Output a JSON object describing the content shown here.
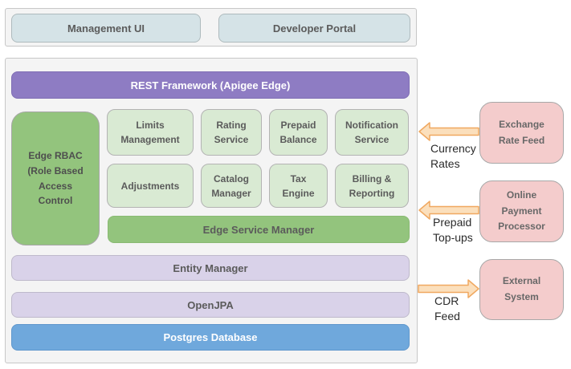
{
  "top_panel": {
    "management_ui": "Management UI",
    "developer_portal": "Developer Portal"
  },
  "main_panel": {
    "rest_framework": "REST Framework (Apigee Edge)",
    "edge_rbac": "Edge RBAC\n(Role Based\nAccess\nControl",
    "services": [
      "Limits\nManagement",
      "Rating\nService",
      "Prepaid\nBalance",
      "Notification\nService",
      "Adjustments",
      "Catalog\nManager",
      "Tax\nEngine",
      "Billing &\nReporting"
    ],
    "edge_service_manager": "Edge Service Manager",
    "entity_manager": "Entity Manager",
    "openjpa": "OpenJPA",
    "postgres_database": "Postgres Database"
  },
  "external_systems": {
    "exchange_rate_feed": "Exchange\nRate Feed",
    "online_payment_processor": "Online\nPayment\nProcessor",
    "external_system": "External\nSystem"
  },
  "flows": {
    "currency_rates": "Currency\nRates",
    "prepaid_topups": "Prepaid\nTop-ups",
    "cdr_feed": "CDR\nFeed"
  },
  "colors": {
    "purple_bar": "#8e7cc3",
    "green_dark": "#93c47d",
    "green_light": "#d9ead3",
    "lavender": "#d9d2e9",
    "blue_bar": "#6fa8dc",
    "pink_external": "#f4cccc",
    "teal_client": "#d5e3e7",
    "arrow_fill": "#fbdfbc",
    "arrow_stroke": "#f0a860"
  }
}
